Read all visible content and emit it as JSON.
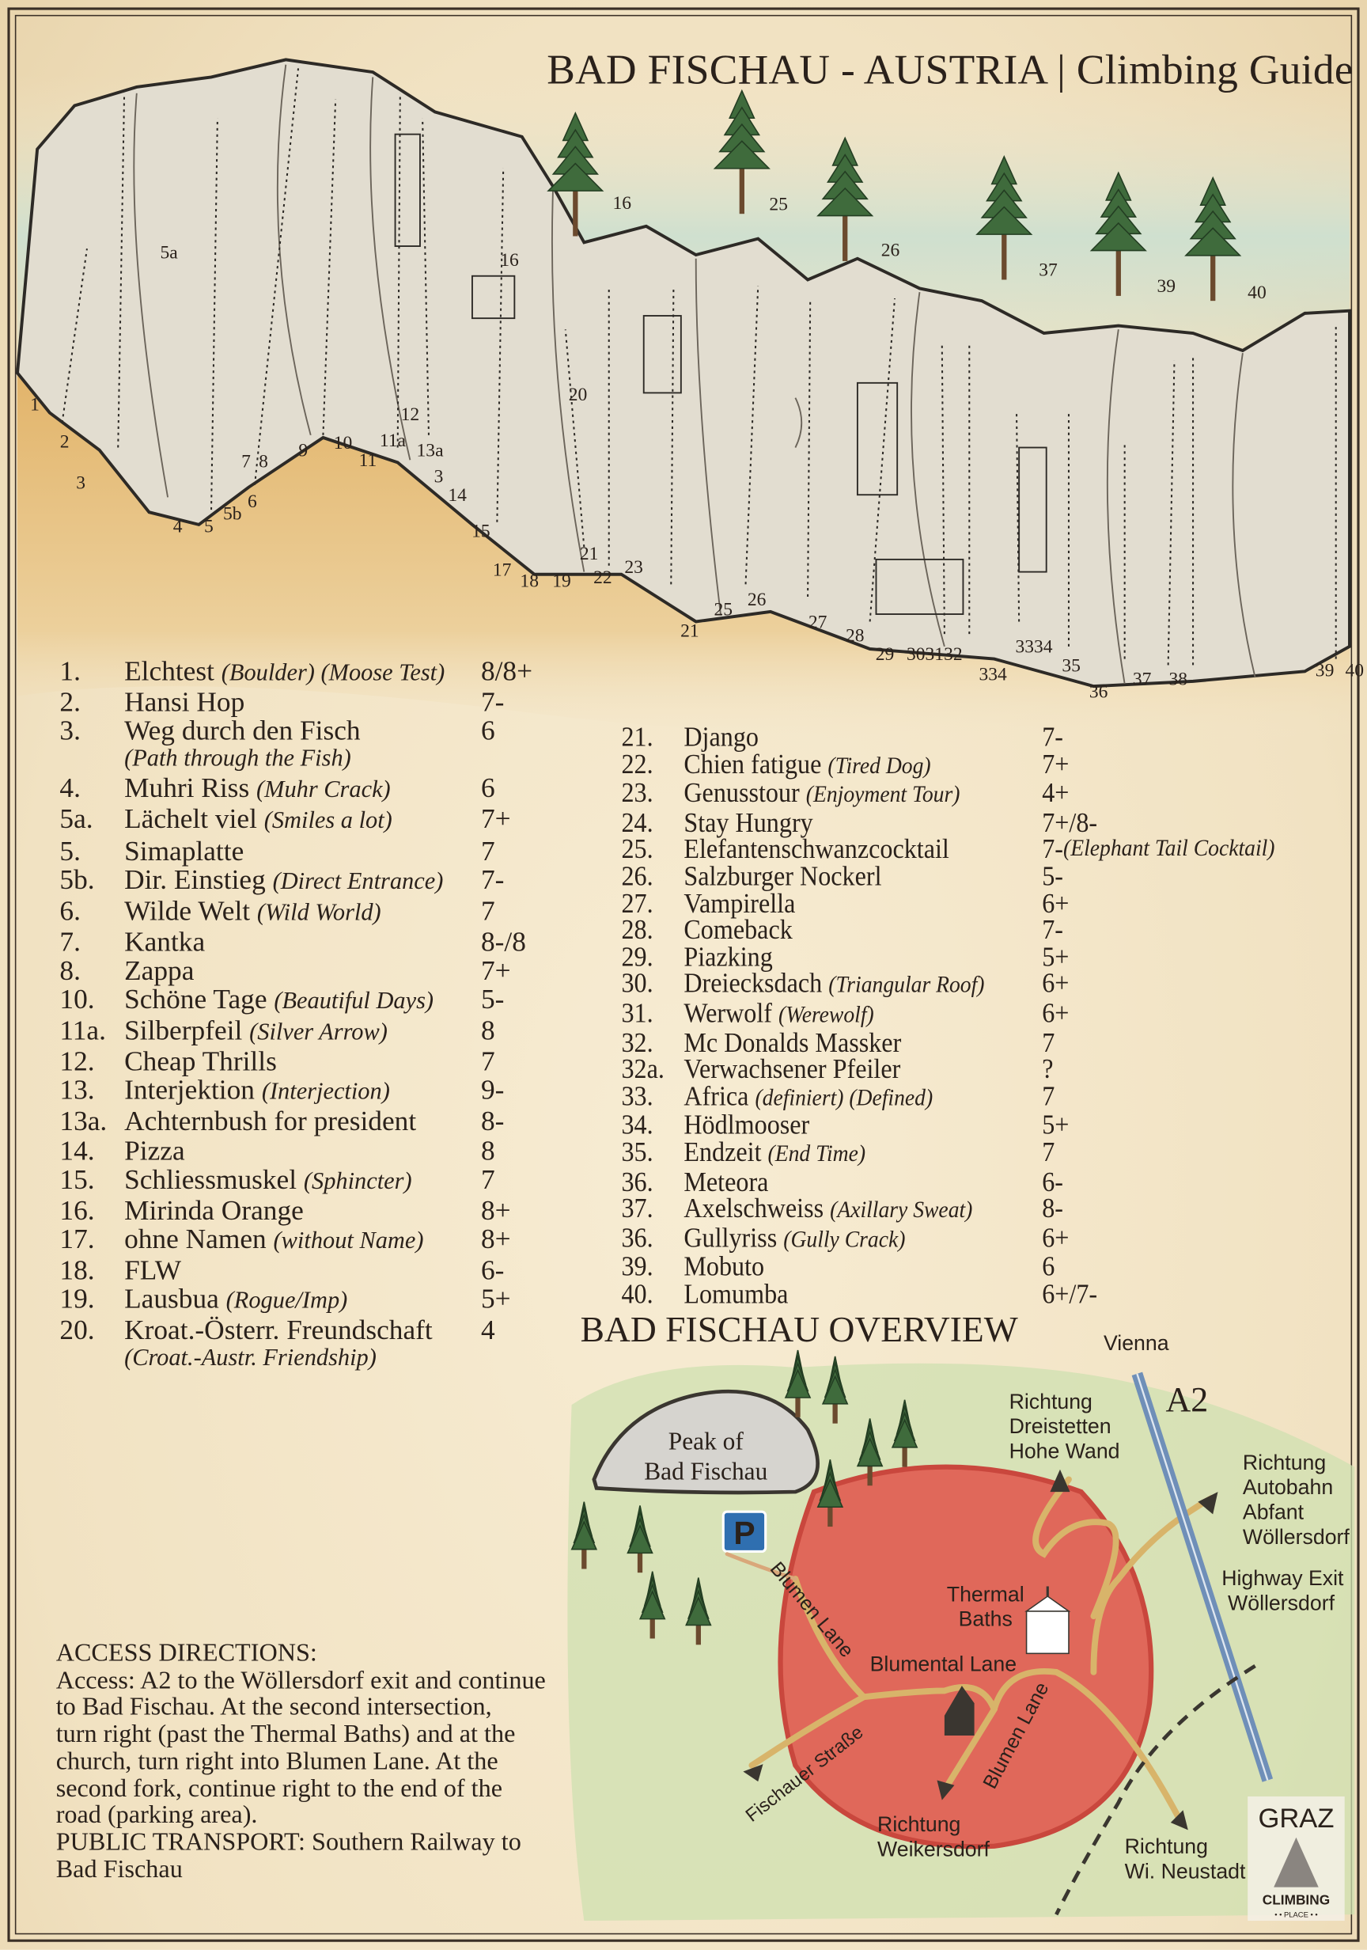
{
  "title": "BAD FISCHAU - AUSTRIA | Climbing Guide",
  "colors": {
    "paper": "#f3e6c9",
    "rock": "#e2ddd0",
    "sand": "#e7c281",
    "town": "#e0685a",
    "grass": "#c8dba8",
    "road": "#d8b46a",
    "highway": "#6f8fb8",
    "parking": "#2f6fb0"
  },
  "cliff_labels": [
    "1",
    "2",
    "3",
    "4",
    "5",
    "5b",
    "6",
    "7",
    "8",
    "9",
    "10",
    "11",
    "11a",
    "12",
    "13a",
    "3",
    "14",
    "15",
    "17",
    "18",
    "19",
    "20",
    "21",
    "22",
    "23",
    "21",
    "25",
    "26",
    "27",
    "28",
    "29",
    "303132",
    "334",
    "3334",
    "35",
    "36",
    "37",
    "38",
    "39",
    "40",
    "5a",
    "16"
  ],
  "tree_labels": [
    "16",
    "25",
    "26",
    "37",
    "39",
    "40"
  ],
  "routes_left": [
    {
      "num": "1.",
      "name": "Elchtest",
      "alt": "(Boulder) (Moose Test)",
      "grade": "8/8+"
    },
    {
      "num": "2.",
      "name": "Hansi Hop",
      "alt": "",
      "grade": "7-"
    },
    {
      "num": "3.",
      "name": "Weg durch den Fisch",
      "alt": "",
      "grade": "6",
      "sub": "(Path through the Fish)"
    },
    {
      "num": "4.",
      "name": "Muhri Riss",
      "alt": "(Muhr Crack)",
      "grade": "6"
    },
    {
      "num": "5a.",
      "name": "Lächelt viel",
      "alt": "(Smiles a lot)",
      "grade": "7+"
    },
    {
      "num": "5.",
      "name": "Simaplatte",
      "alt": "",
      "grade": "7"
    },
    {
      "num": "5b.",
      "name": "Dir. Einstieg",
      "alt": "(Direct Entrance)",
      "grade": "7-"
    },
    {
      "num": "6.",
      "name": "Wilde Welt",
      "alt": "(Wild World)",
      "grade": "7"
    },
    {
      "num": "7.",
      "name": "Kantka",
      "alt": "",
      "grade": "8-/8"
    },
    {
      "num": "8.",
      "name": "Zappa",
      "alt": "",
      "grade": "7+"
    },
    {
      "num": "10.",
      "name": "Schöne Tage",
      "alt": "(Beautiful Days)",
      "grade": "5-"
    },
    {
      "num": "11a.",
      "name": "Silberpfeil",
      "alt": "(Silver Arrow)",
      "grade": "8"
    },
    {
      "num": "12.",
      "name": "Cheap Thrills",
      "alt": "",
      "grade": "7"
    },
    {
      "num": "13.",
      "name": "Interjektion",
      "alt": "(Interjection)",
      "grade": "9-"
    },
    {
      "num": "13a.",
      "name": "Achternbush for president",
      "alt": "",
      "grade": "8-"
    },
    {
      "num": "14.",
      "name": "Pizza",
      "alt": "",
      "grade": "8"
    },
    {
      "num": "15.",
      "name": "Schliessmuskel",
      "alt": "(Sphincter)",
      "grade": "7"
    },
    {
      "num": "16.",
      "name": "Mirinda Orange",
      "alt": "",
      "grade": "8+"
    },
    {
      "num": "17.",
      "name": "ohne Namen",
      "alt": "(without Name)",
      "grade": "8+"
    },
    {
      "num": "18.",
      "name": "FLW",
      "alt": "",
      "grade": "6-"
    },
    {
      "num": "19.",
      "name": "Lausbua",
      "alt": "(Rogue/Imp)",
      "grade": "5+"
    },
    {
      "num": "20.",
      "name": "Kroat.-Österr. Freundschaft",
      "alt": "",
      "grade": "4",
      "sub": "(Croat.-Austr. Friendship)"
    }
  ],
  "routes_right": [
    {
      "num": "21.",
      "name": "Django",
      "alt": "",
      "grade": "7-"
    },
    {
      "num": "22.",
      "name": "Chien fatigue",
      "alt": "(Tired Dog)",
      "grade": "7+"
    },
    {
      "num": "23.",
      "name": "Genusstour",
      "alt": "(Enjoyment Tour)",
      "grade": "4+"
    },
    {
      "num": "24.",
      "name": "Stay Hungry",
      "alt": "",
      "grade": "7+/8-"
    },
    {
      "num": "25.",
      "name": "Elefantenschwanzcocktail",
      "alt": "",
      "grade": "7-",
      "note": "(Elephant Tail Cocktail)"
    },
    {
      "num": "26.",
      "name": "Salzburger Nockerl",
      "alt": "",
      "grade": "5-"
    },
    {
      "num": "27.",
      "name": "Vampirella",
      "alt": "",
      "grade": "6+"
    },
    {
      "num": "28.",
      "name": "Comeback",
      "alt": "",
      "grade": "7-"
    },
    {
      "num": "29.",
      "name": "Piazking",
      "alt": "",
      "grade": "5+"
    },
    {
      "num": "30.",
      "name": "Dreiecksdach",
      "alt": "(Triangular Roof)",
      "grade": "6+"
    },
    {
      "num": "31.",
      "name": "Werwolf",
      "alt": "(Werewolf)",
      "grade": "6+"
    },
    {
      "num": "32.",
      "name": "Mc Donalds Massker",
      "alt": "",
      "grade": "7"
    },
    {
      "num": "32a.",
      "name": "Verwachsener Pfeiler",
      "alt": "",
      "grade": "?"
    },
    {
      "num": "33.",
      "name": "Africa",
      "alt": "(definiert) (Defined)",
      "grade": "7"
    },
    {
      "num": "34.",
      "name": "Hödlmooser",
      "alt": "",
      "grade": "5+"
    },
    {
      "num": "35.",
      "name": "Endzeit",
      "alt": "(End Time)",
      "grade": "7"
    },
    {
      "num": "36.",
      "name": "Meteora",
      "alt": "",
      "grade": "6-"
    },
    {
      "num": "37.",
      "name": "Axelschweiss",
      "alt": "(Axillary Sweat)",
      "grade": "8-"
    },
    {
      "num": "36.",
      "name": "Gullyriss",
      "alt": "(Gully Crack)",
      "grade": "6+"
    },
    {
      "num": "39.",
      "name": "Mobuto",
      "alt": "",
      "grade": "6"
    },
    {
      "num": "40.",
      "name": "Lomumba",
      "alt": "",
      "grade": "6+/7-"
    }
  ],
  "access": {
    "heading": "ACCESS DIRECTIONS:",
    "lines": [
      "Access: A2 to the Wöllersdorf exit and continue",
      "to Bad Fischau. At the second intersection,",
      "turn right (past the Thermal Baths) and at the",
      "church, turn right into Blumen Lane. At the",
      "second fork, continue right to the end of the",
      "road (parking area)."
    ],
    "transport_label": "PUBLIC TRANSPORT:",
    "transport_text": " Southern Railway to",
    "transport_line2": "Bad Fischau"
  },
  "map": {
    "title": "BAD FISCHAU OVERVIEW",
    "vienna": "Vienna",
    "a2": "A2",
    "peak": [
      "Peak of",
      "Bad Fischau"
    ],
    "parking": "P",
    "dreistetten": [
      "Richtung",
      "Dreistetten",
      "Hohe Wand"
    ],
    "autobahn": [
      "Richtung",
      "Autobahn",
      "Abfant",
      "Wöllersdorf"
    ],
    "highway_exit": [
      "Highway Exit",
      "Wöllersdorf"
    ],
    "thermal": [
      "Thermal",
      "Baths"
    ],
    "blumen_lane": "Blumen Lane",
    "blumental_lane": "Blumental Lane",
    "fischauer": "Fischauer Straße",
    "weikersdorf": [
      "Richtung",
      "Weikersdorf"
    ],
    "neustadt": [
      "Richtung",
      "Wi. Neustadt"
    ],
    "logo": {
      "top": "GRAZ",
      "bottom": "CLIMBING",
      "sub": "• • PLACE • •"
    }
  }
}
